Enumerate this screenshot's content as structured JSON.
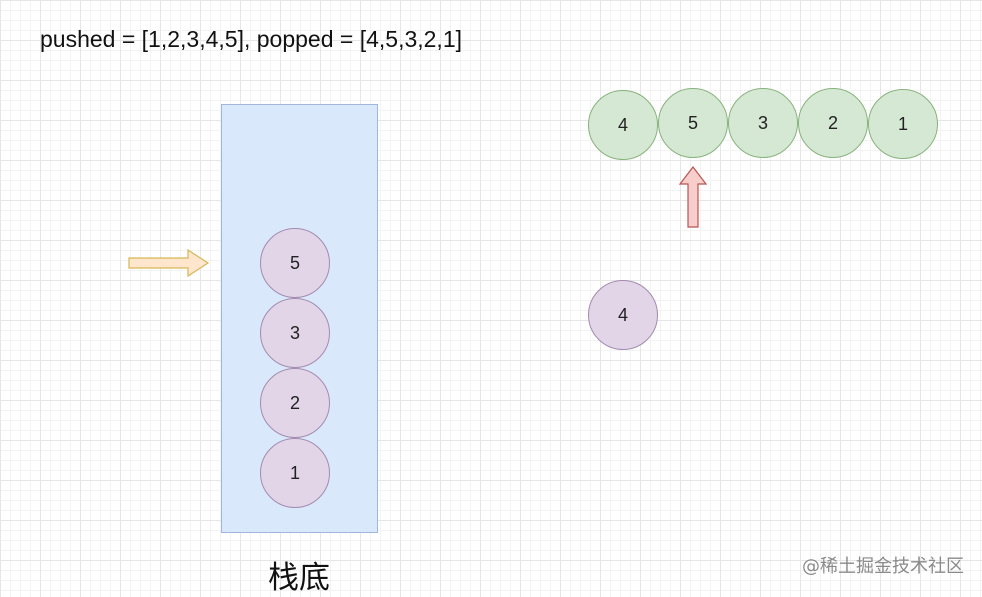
{
  "title": "pushed = [1,2,3,4,5], popped = [4,5,3,2,1]",
  "stack": {
    "items": [
      "5",
      "3",
      "2",
      "1"
    ],
    "label": "栈底"
  },
  "popped_sequence": [
    "4",
    "5",
    "3",
    "2",
    "1"
  ],
  "popped_current_index": 1,
  "popped_element": "4",
  "colors": {
    "stack_fill": "#dae8fc",
    "stack_item_fill": "#e1d5e7",
    "popped_fill": "#d5e8d4",
    "push_arrow": "#ffe6cc",
    "pointer_arrow": "#f8cecc"
  },
  "watermark": "@稀土掘金技术社区"
}
